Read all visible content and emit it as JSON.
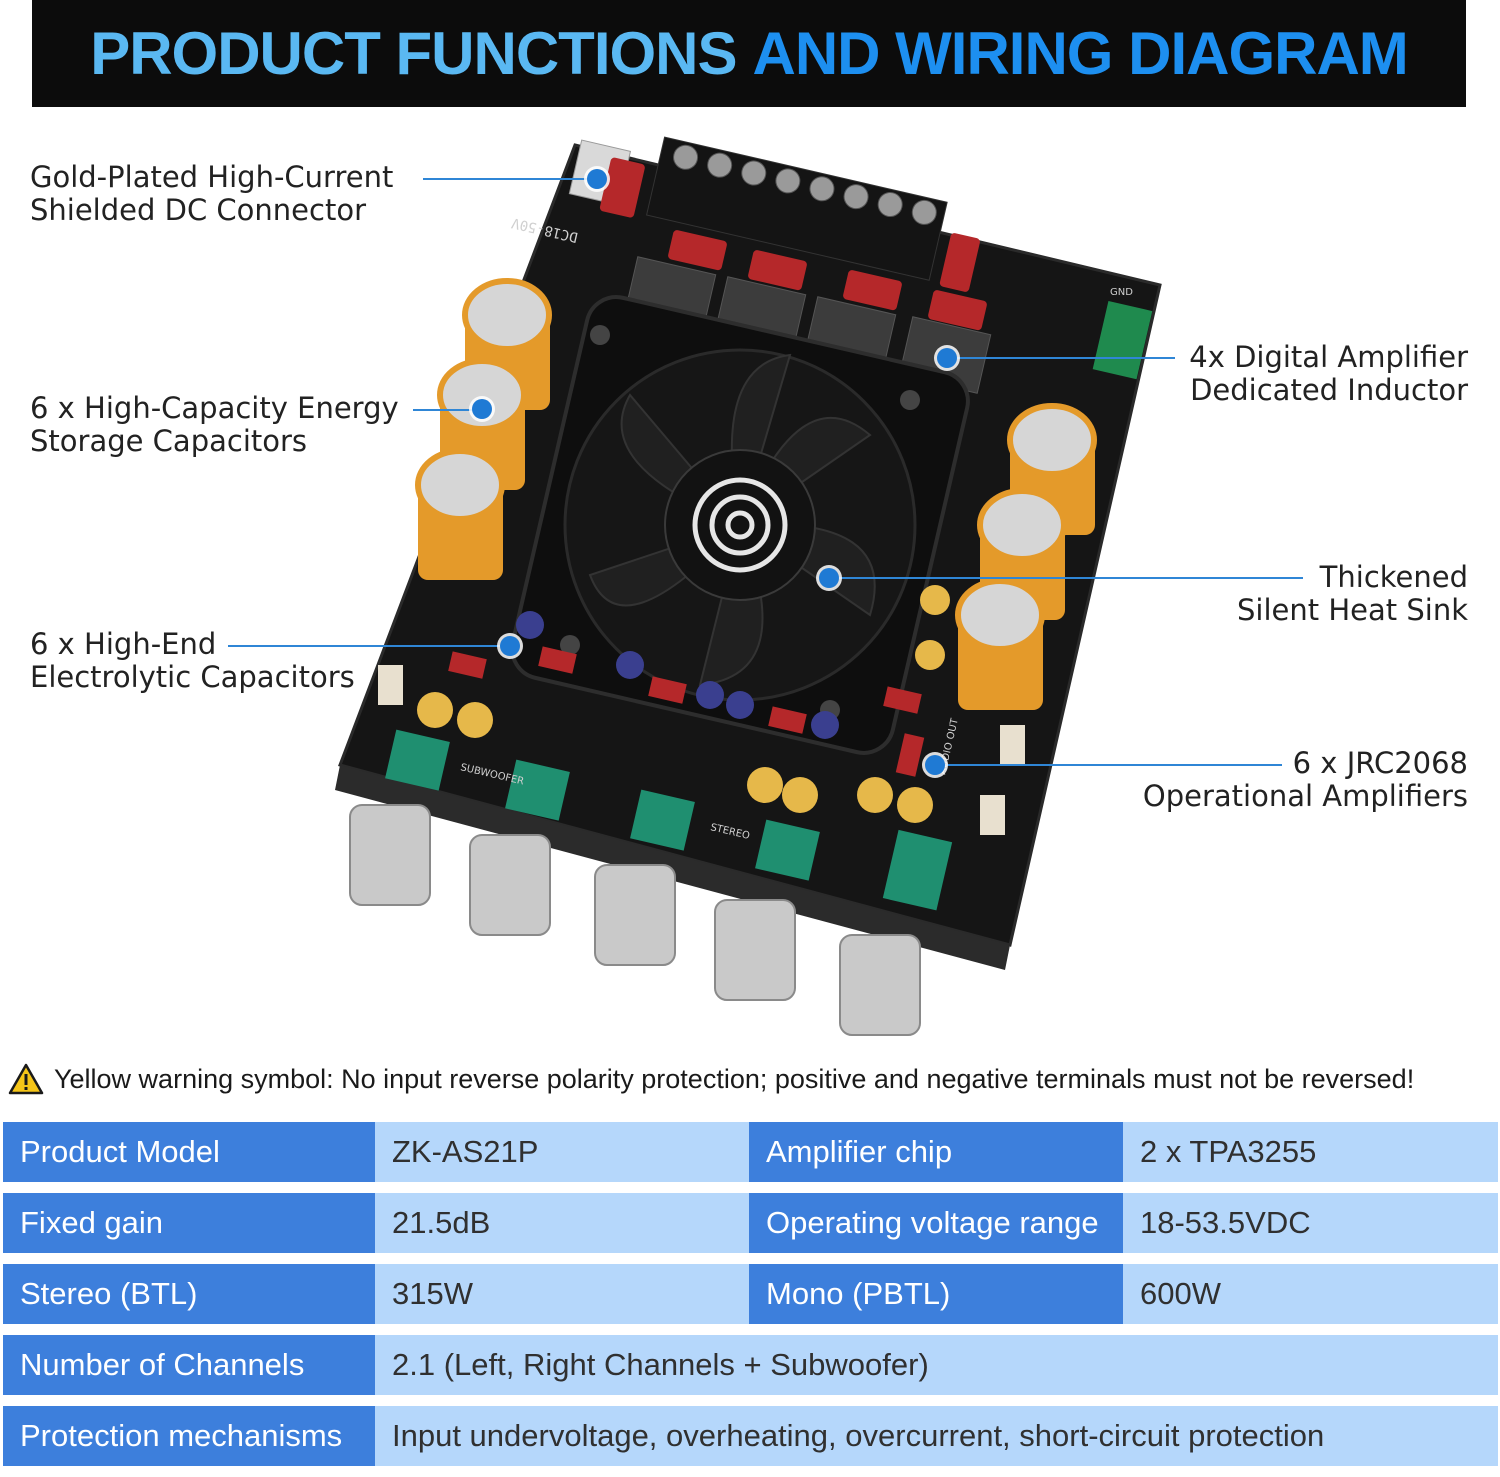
{
  "banner": {
    "title_white_blue": "PRODUCT FUNCTIONS",
    "title_blue": "AND WIRING DIAGRAM"
  },
  "callouts": {
    "dc_connector": [
      "Gold-Plated High-Current",
      "Shielded DC Connector"
    ],
    "energy_caps": [
      "6 x High-Capacity Energy",
      "Storage Capacitors"
    ],
    "electrolytic_caps": [
      "6 x High-End",
      "Electrolytic Capacitors"
    ],
    "inductor": [
      "4x Digital Amplifier",
      "Dedicated Inductor"
    ],
    "heat_sink": [
      "Thickened",
      "Silent Heat Sink"
    ],
    "op_amps": [
      "6 x JRC2068",
      "Operational Amplifiers"
    ]
  },
  "board": {
    "silk_dc": "DC18-50V",
    "silk_subwoofer": "SUBWOOFER",
    "silk_stereo": "STEREO",
    "silk_audio_out": "AUDIO OUT",
    "silk_gnd": "GND"
  },
  "warning": {
    "text": "Yellow warning symbol: No input reverse polarity protection; positive and negative terminals must not be reversed!"
  },
  "specs": {
    "rows": [
      {
        "k1": "Product Model",
        "v1": "ZK-AS21P",
        "k2": "Amplifier chip",
        "v2": "2 x TPA3255"
      },
      {
        "k1": "Fixed gain",
        "v1": "21.5dB",
        "k2": "Operating voltage range",
        "v2": "18-53.5VDC"
      },
      {
        "k1": "Stereo (BTL)",
        "v1": "315W",
        "k2": "Mono (PBTL)",
        "v2": "600W"
      }
    ],
    "channels": {
      "k": "Number of Channels",
      "v": "2.1 (Left, Right Channels + Subwoofer)"
    },
    "protection": {
      "k": "Protection mechanisms",
      "v": "Input undervoltage, overheating, overcurrent, short-circuit protection"
    }
  },
  "colors": {
    "accent": "#3d7fdc",
    "light": "#b5d7fb",
    "banner_bg": "#0c0c0c",
    "line": "#2f86d6"
  }
}
